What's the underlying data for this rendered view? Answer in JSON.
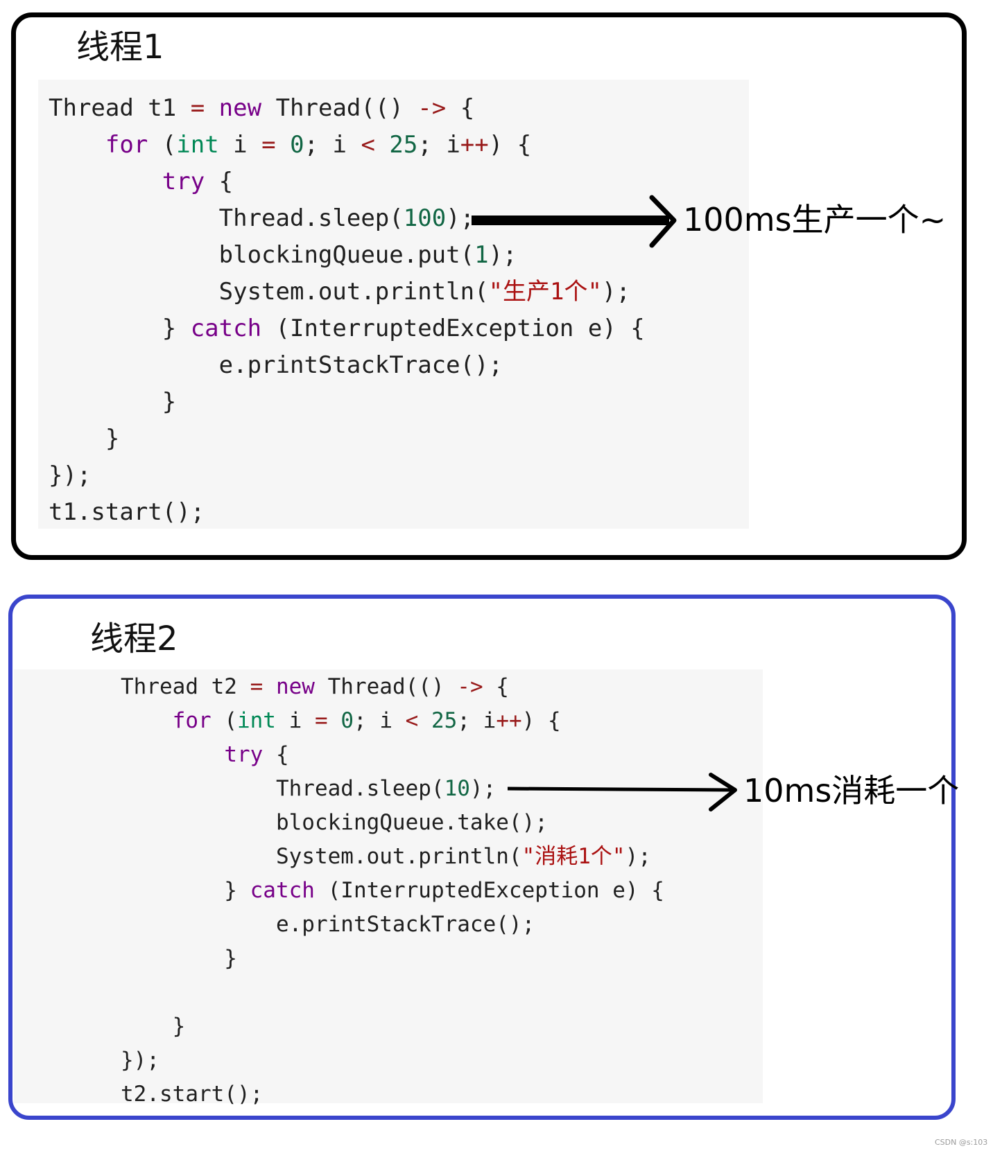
{
  "thread1": {
    "title": "线程1",
    "annotation": "100ms生产一个~"
  },
  "thread2": {
    "title": "线程2",
    "annotation": "10ms消耗一个"
  },
  "watermark": "CSDN @s:103",
  "code1": [
    [
      {
        "t": "Thread t1 "
      },
      {
        "t": "=",
        "c": "op"
      },
      {
        "t": " "
      },
      {
        "t": "new",
        "c": "kw"
      },
      {
        "t": " Thread(() "
      },
      {
        "t": "->",
        "c": "op"
      },
      {
        "t": " {"
      }
    ],
    [
      {
        "t": "    "
      },
      {
        "t": "for",
        "c": "kw"
      },
      {
        "t": " ("
      },
      {
        "t": "int",
        "c": "ty"
      },
      {
        "t": " i "
      },
      {
        "t": "=",
        "c": "op"
      },
      {
        "t": " "
      },
      {
        "t": "0",
        "c": "nm"
      },
      {
        "t": "; i "
      },
      {
        "t": "<",
        "c": "op"
      },
      {
        "t": " "
      },
      {
        "t": "25",
        "c": "nm"
      },
      {
        "t": "; i"
      },
      {
        "t": "++",
        "c": "op"
      },
      {
        "t": ") {"
      }
    ],
    [
      {
        "t": "        "
      },
      {
        "t": "try",
        "c": "kw"
      },
      {
        "t": " {"
      }
    ],
    [
      {
        "t": "            Thread.sleep("
      },
      {
        "t": "100",
        "c": "nm"
      },
      {
        "t": ");"
      }
    ],
    [
      {
        "t": "            blockingQueue.put("
      },
      {
        "t": "1",
        "c": "nm"
      },
      {
        "t": ");"
      }
    ],
    [
      {
        "t": "            System.out.println("
      },
      {
        "t": "\"生产1个\"",
        "c": "st"
      },
      {
        "t": ");"
      }
    ],
    [
      {
        "t": "        } "
      },
      {
        "t": "catch",
        "c": "kw"
      },
      {
        "t": " (InterruptedException e) {"
      }
    ],
    [
      {
        "t": "            e.printStackTrace();"
      }
    ],
    [
      {
        "t": "        }"
      }
    ],
    [
      {
        "t": "    }"
      }
    ],
    [
      {
        "t": "});"
      }
    ],
    [
      {
        "t": "t1.start();"
      }
    ]
  ],
  "code2": [
    [
      {
        "t": "Thread t2 "
      },
      {
        "t": "=",
        "c": "op"
      },
      {
        "t": " "
      },
      {
        "t": "new",
        "c": "kw"
      },
      {
        "t": " Thread(() "
      },
      {
        "t": "->",
        "c": "op"
      },
      {
        "t": " {"
      }
    ],
    [
      {
        "t": "    "
      },
      {
        "t": "for",
        "c": "kw"
      },
      {
        "t": " ("
      },
      {
        "t": "int",
        "c": "ty"
      },
      {
        "t": " i "
      },
      {
        "t": "=",
        "c": "op"
      },
      {
        "t": " "
      },
      {
        "t": "0",
        "c": "nm"
      },
      {
        "t": "; i "
      },
      {
        "t": "<",
        "c": "op"
      },
      {
        "t": " "
      },
      {
        "t": "25",
        "c": "nm"
      },
      {
        "t": "; i"
      },
      {
        "t": "++",
        "c": "op"
      },
      {
        "t": ") {"
      }
    ],
    [
      {
        "t": "        "
      },
      {
        "t": "try",
        "c": "kw"
      },
      {
        "t": " {"
      }
    ],
    [
      {
        "t": "            Thread.sleep("
      },
      {
        "t": "10",
        "c": "nm"
      },
      {
        "t": ");"
      }
    ],
    [
      {
        "t": "            blockingQueue.take();"
      }
    ],
    [
      {
        "t": "            System.out.println("
      },
      {
        "t": "\"消耗1个\"",
        "c": "st"
      },
      {
        "t": ");"
      }
    ],
    [
      {
        "t": "        } "
      },
      {
        "t": "catch",
        "c": "kw"
      },
      {
        "t": " (InterruptedException e) {"
      }
    ],
    [
      {
        "t": "            e.printStackTrace();"
      }
    ],
    [
      {
        "t": "        }"
      }
    ],
    [
      {
        "t": ""
      }
    ],
    [
      {
        "t": "    }"
      }
    ],
    [
      {
        "t": "});"
      }
    ],
    [
      {
        "t": "t2.start();"
      }
    ]
  ]
}
